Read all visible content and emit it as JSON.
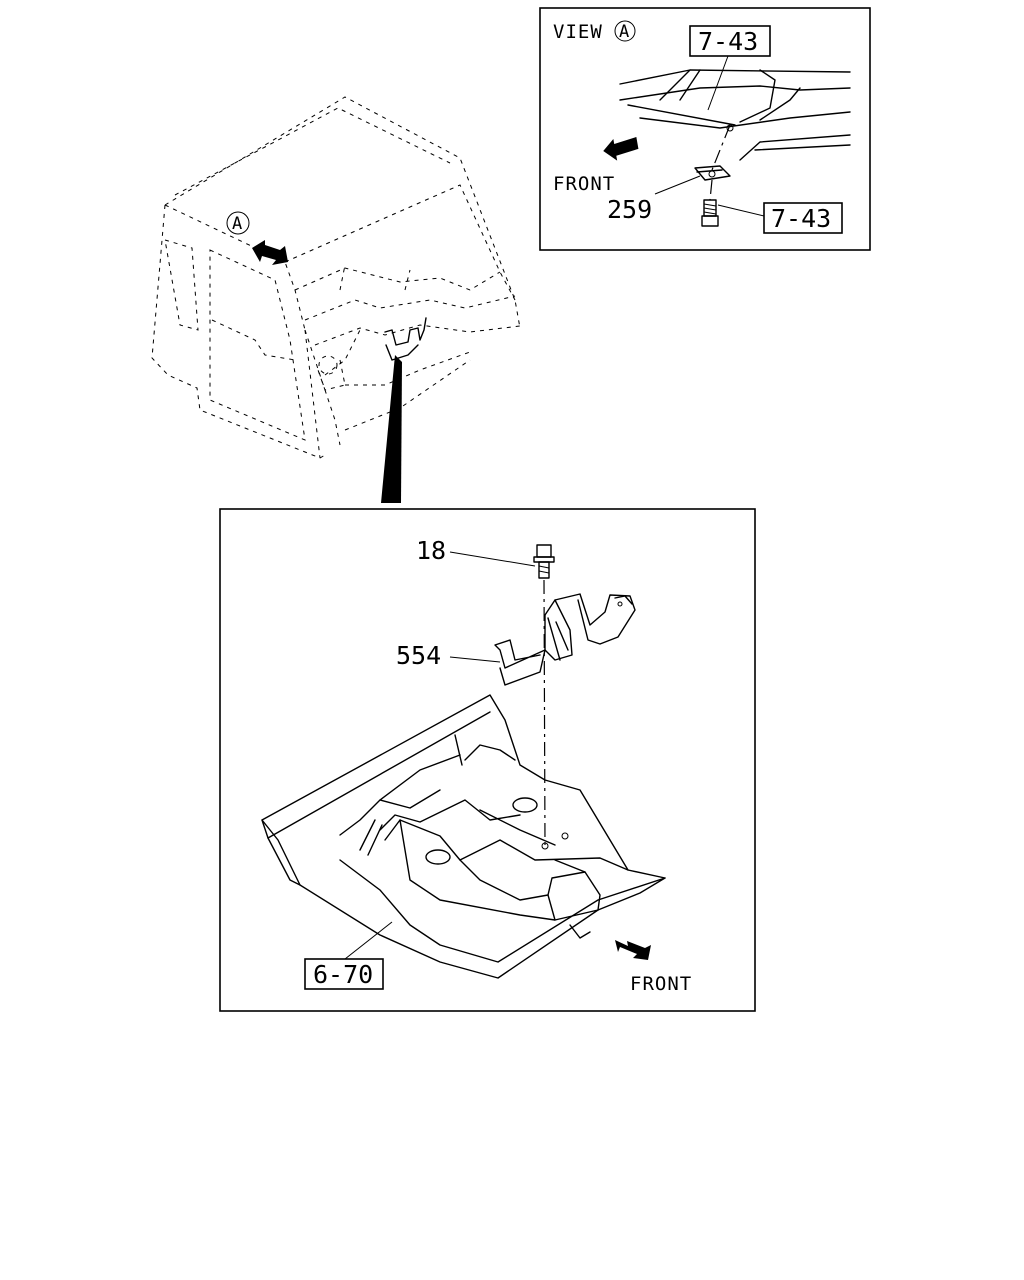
{
  "callouts": {
    "view_label": "VIEW",
    "view_marker": "A",
    "cab_marker": "A",
    "ref_top_upper": "7-43",
    "ref_top_lower": "7-43",
    "part_259": "259",
    "front_top": "FRONT",
    "part_18": "18",
    "part_554": "554",
    "ref_floor": "6-70",
    "front_bottom": "FRONT"
  }
}
